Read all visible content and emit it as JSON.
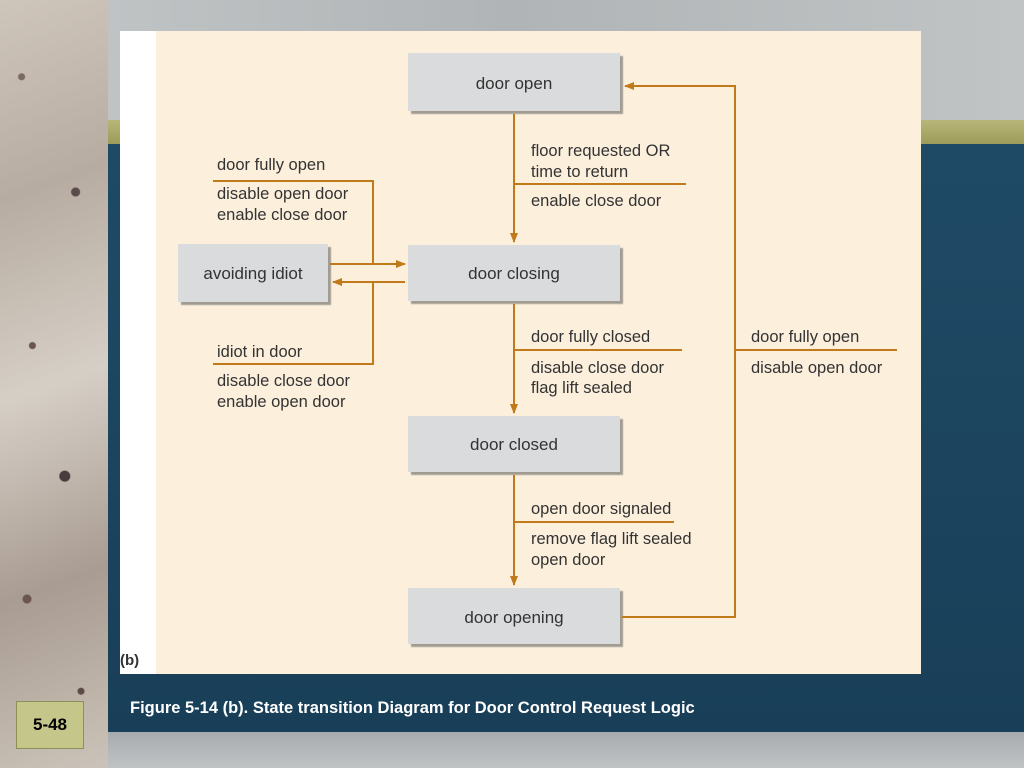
{
  "states": [
    {
      "id": "door_open",
      "label": "door open"
    },
    {
      "id": "door_closing",
      "label": "door closing"
    },
    {
      "id": "avoiding_idiot",
      "label": "avoiding idiot"
    },
    {
      "id": "door_closed",
      "label": "door closed"
    },
    {
      "id": "door_opening",
      "label": "door opening"
    }
  ],
  "transitions": [
    {
      "id": "open_to_closing",
      "event": [
        "floor requested OR",
        "time to return"
      ],
      "actions": [
        "enable close door"
      ]
    },
    {
      "id": "avoid_to_closing",
      "event": [
        "door fully open"
      ],
      "actions": [
        "disable open door",
        "enable close door"
      ]
    },
    {
      "id": "closing_to_avoid",
      "event": [
        "idiot in door"
      ],
      "actions": [
        "disable close door",
        "enable open door"
      ]
    },
    {
      "id": "closing_to_closed",
      "event": [
        "door fully closed"
      ],
      "actions": [
        "disable close door",
        "flag lift sealed"
      ]
    },
    {
      "id": "closed_to_opening",
      "event": [
        "open door signaled"
      ],
      "actions": [
        "remove flag lift sealed",
        "open door"
      ]
    },
    {
      "id": "opening_to_open",
      "event": [
        "door fully open"
      ],
      "actions": [
        "disable open door"
      ]
    }
  ],
  "figure_sublabel": "(b)",
  "caption": "Figure 5-14 (b).  State transition Diagram for Door Control Request Logic",
  "page_number": "5-48",
  "colors": {
    "arrow": "#c07a1a",
    "state_fill": "#d9dbdc",
    "panel": "#fcefdc",
    "navy": "#1f4a66",
    "olive": "#b0ae6c"
  }
}
